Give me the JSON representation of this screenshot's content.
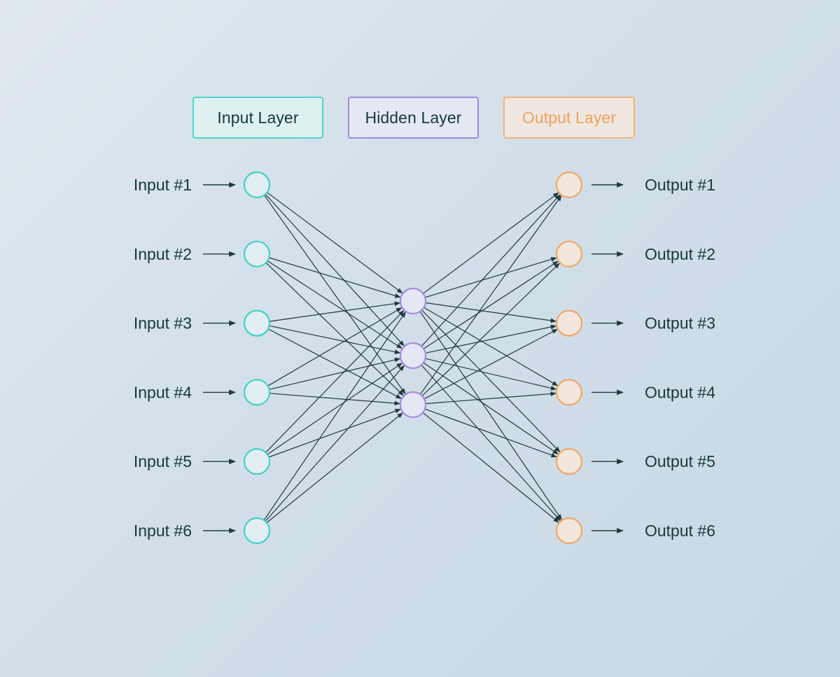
{
  "legend": {
    "input_label": "Input Layer",
    "hidden_label": "Hidden Layer",
    "output_label": "Output Layer"
  },
  "layers": {
    "inputs": [
      "Input #1",
      "Input #2",
      "Input #3",
      "Input #4",
      "Input #5",
      "Input #6"
    ],
    "hidden_count": 3,
    "outputs": [
      "Output #1",
      "Output #2",
      "Output #3",
      "Output #4",
      "Output #5",
      "Output #6"
    ]
  },
  "colors": {
    "input": "#3fd3c8",
    "hidden": "#a58be0",
    "output": "#eea866",
    "edge": "#1e3a3c",
    "text": "#16393b"
  }
}
